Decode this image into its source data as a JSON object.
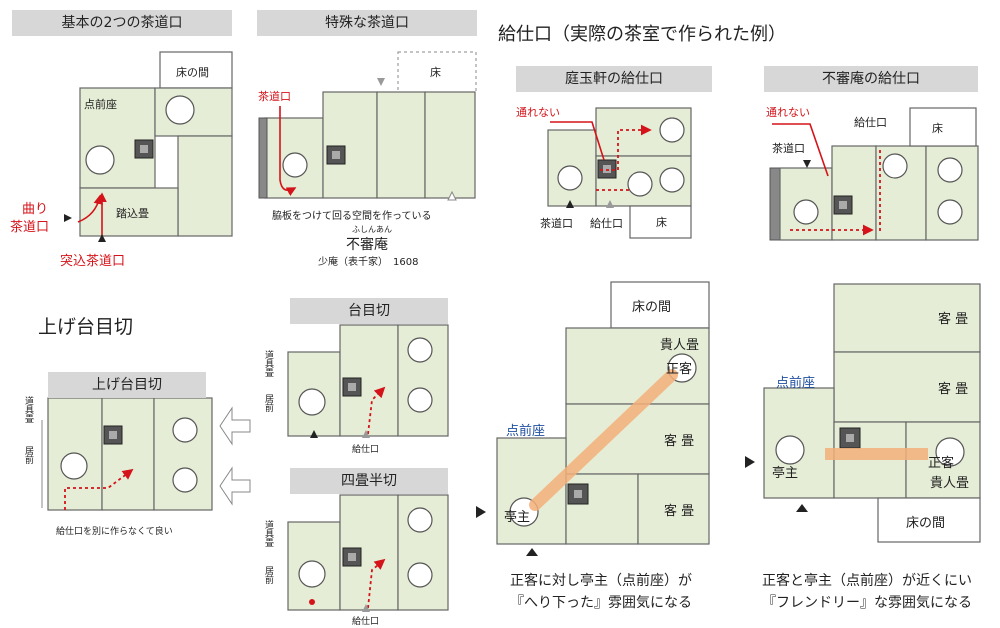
{
  "headers": {
    "basic": "基本の2つの茶道口",
    "special": "特殊な茶道口",
    "kyujiguchi_title": "給仕口（実際の茶室で作られた例）",
    "teigyoku": "庭玉軒の給仕口",
    "fushinan": "不審庵の給仕口",
    "agedaime_title": "上げ台目切",
    "agedaime_box": "上げ台目切",
    "daimegiri": "台目切",
    "yojohan": "四畳半切"
  },
  "basic": {
    "tokonoma": "床の間",
    "temaeza": "点前座",
    "fumikomi": "踏込畳",
    "magari": "曲り",
    "magari2": "茶道口",
    "tsukkomi": "突込茶道口"
  },
  "special": {
    "toko": "床",
    "sadouguchi": "茶道口",
    "note": "脇板をつけて回る空間を作っている",
    "ruby": "ふしんあん",
    "name": "不審庵",
    "sub": "少庵（表千家）　1608"
  },
  "teigyoku": {
    "tori": "通れない",
    "sadouguchi": "茶道口",
    "kyuji": "給仕口",
    "toko": "床"
  },
  "fushinan": {
    "tori": "通れない",
    "kyuji": "給仕口",
    "sadouguchi": "茶道口",
    "toko": "床"
  },
  "agedaime": {
    "dougu": "道具畳",
    "iomae": "居前",
    "note": "給仕口を別に作らなくて良い"
  },
  "daimegiri": {
    "dougu": "道具畳",
    "iomae": "居前",
    "kyuji": "給仕口"
  },
  "yojohan": {
    "dougu": "道具畳",
    "iomae": "居前",
    "kyuji": "給仕口"
  },
  "hetta": {
    "tokonoma": "床の間",
    "kinin": "貴人畳",
    "shokyaku": "正客",
    "kyaku": "客 畳",
    "kyaku2": "客 畳",
    "temaeza": "点前座",
    "teishu": "亭主",
    "caption1": "正客に対し亭主（点前座）が",
    "caption2": "『へり下った』雰囲気になる"
  },
  "friendly": {
    "kyaku1": "客 畳",
    "kyaku2": "客 畳",
    "temaeza": "点前座",
    "teishu": "亭主",
    "shokyaku": "正客",
    "kinin": "貴人畳",
    "tokonoma": "床の間",
    "caption1": "正客と亭主（点前座）が近くにい",
    "caption2": "『フレンドリー』な雰囲気になる"
  }
}
